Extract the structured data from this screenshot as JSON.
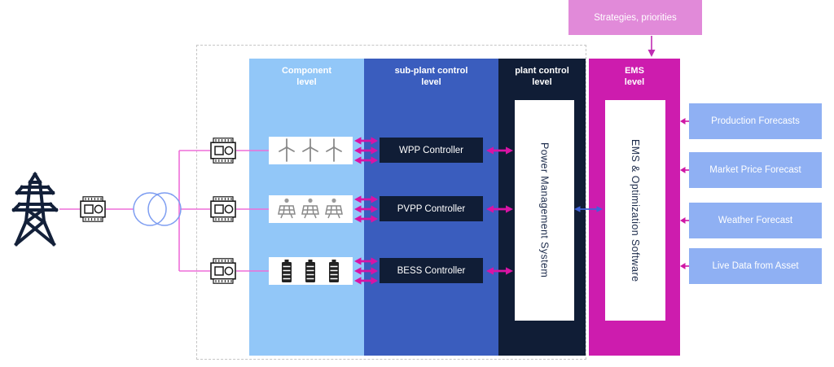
{
  "palette": {
    "component_level": "#92c7f8",
    "subplant_level": "#3a5dbe",
    "plant_level": "#101d36",
    "ems_level": "#cd1cae",
    "strategies_box": "#e18ad9",
    "input_box": "#8fb0f3",
    "circuit_line": "#ee6ed8",
    "arrow_magenta": "#d913a5",
    "arrow_blue": "#3f62d8",
    "transformer_stroke": "#7d9df1"
  },
  "strategies": {
    "label": "Strategies, priorities"
  },
  "columns": [
    {
      "id": "component",
      "label": "Component\nlevel"
    },
    {
      "id": "subplant",
      "label": "sub-plant control\nlevel"
    },
    {
      "id": "plant",
      "label": "plant control\nlevel"
    },
    {
      "id": "ems",
      "label": "EMS\nlevel"
    }
  ],
  "rows": [
    {
      "asset": "wind-turbines",
      "controller": "WPP Controller"
    },
    {
      "asset": "pv-panels",
      "controller": "PVPP Controller"
    },
    {
      "asset": "batteries",
      "controller": "BESS Controller"
    }
  ],
  "plant_control": {
    "label": "Power Management System"
  },
  "ems": {
    "label": "EMS & Optimization Software"
  },
  "inputs": [
    {
      "label": "Production Forecasts"
    },
    {
      "label": "Market Price Forecast"
    },
    {
      "label": "Weather Forecast"
    },
    {
      "label": "Live Data from Asset"
    }
  ]
}
